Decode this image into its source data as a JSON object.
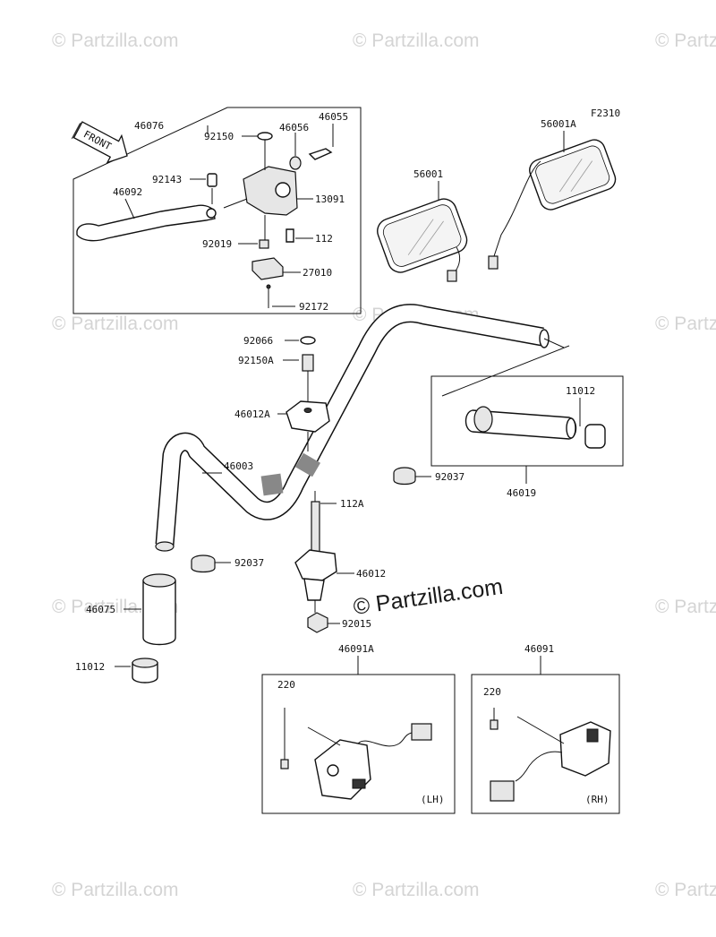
{
  "diagram": {
    "code": "F2310",
    "front_label": "FRONT",
    "watermark": "© Partzilla.com",
    "center_watermark": "© Partzilla.com",
    "parts": [
      {
        "id": "46076",
        "label": "46076"
      },
      {
        "id": "46055",
        "label": "46055"
      },
      {
        "id": "46056",
        "label": "46056"
      },
      {
        "id": "92150",
        "label": "92150"
      },
      {
        "id": "92143",
        "label": "92143"
      },
      {
        "id": "46092",
        "label": "46092"
      },
      {
        "id": "13091",
        "label": "13091"
      },
      {
        "id": "112",
        "label": "112"
      },
      {
        "id": "92019",
        "label": "92019"
      },
      {
        "id": "27010",
        "label": "27010"
      },
      {
        "id": "92172",
        "label": "92172"
      },
      {
        "id": "56001A",
        "label": "56001A"
      },
      {
        "id": "56001",
        "label": "56001"
      },
      {
        "id": "92066",
        "label": "92066"
      },
      {
        "id": "92150A",
        "label": "92150A"
      },
      {
        "id": "46012A",
        "label": "46012A"
      },
      {
        "id": "46003",
        "label": "46003"
      },
      {
        "id": "11012a",
        "label": "11012"
      },
      {
        "id": "46019",
        "label": "46019"
      },
      {
        "id": "92037a",
        "label": "92037"
      },
      {
        "id": "112A",
        "label": "112A"
      },
      {
        "id": "92037b",
        "label": "92037"
      },
      {
        "id": "46012",
        "label": "46012"
      },
      {
        "id": "46075",
        "label": "46075"
      },
      {
        "id": "92015",
        "label": "92015"
      },
      {
        "id": "11012b",
        "label": "11012"
      },
      {
        "id": "46091A",
        "label": "46091A"
      },
      {
        "id": "220a",
        "label": "220"
      },
      {
        "id": "LH",
        "label": "(LH)"
      },
      {
        "id": "46091",
        "label": "46091"
      },
      {
        "id": "220b",
        "label": "220"
      },
      {
        "id": "RH",
        "label": "(RH)"
      }
    ]
  }
}
